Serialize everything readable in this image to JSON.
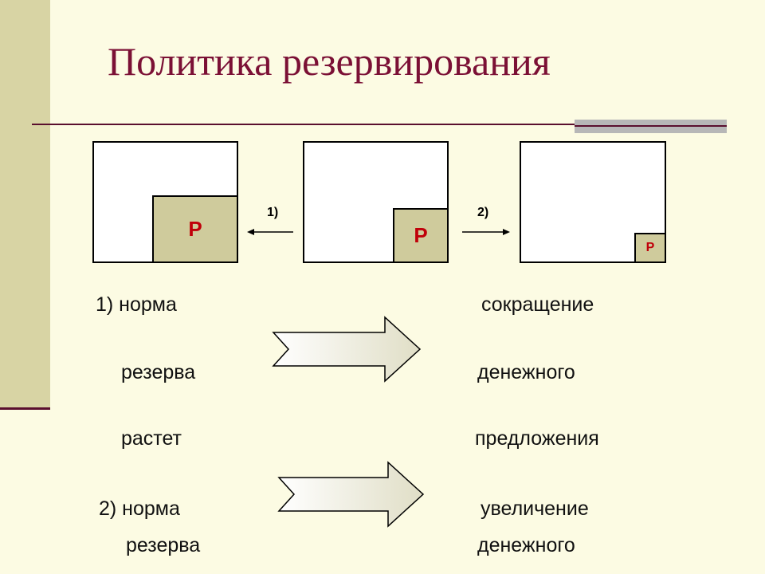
{
  "slide": {
    "title": "Политика резервирования",
    "colors": {
      "title": "#7b1035",
      "sidebar": "#d8d4a4",
      "reserve_fill": "#cfcb9c",
      "reserve_text": "#c0000a",
      "background": "#fcfbe3"
    }
  },
  "diagram": {
    "boxes": [
      {
        "reserve_label": "Р"
      },
      {
        "reserve_label": "Р"
      },
      {
        "reserve_label": "Р"
      }
    ],
    "arrows": [
      {
        "label": "1)",
        "direction": "left"
      },
      {
        "label": "2)",
        "direction": "right"
      }
    ]
  },
  "text": {
    "left": [
      "1) норма",
      "резерва",
      "растет",
      "2) норма",
      "резерва"
    ],
    "right": [
      "сокращение",
      "денежного",
      "предложения",
      "увеличение",
      "денежного"
    ]
  }
}
